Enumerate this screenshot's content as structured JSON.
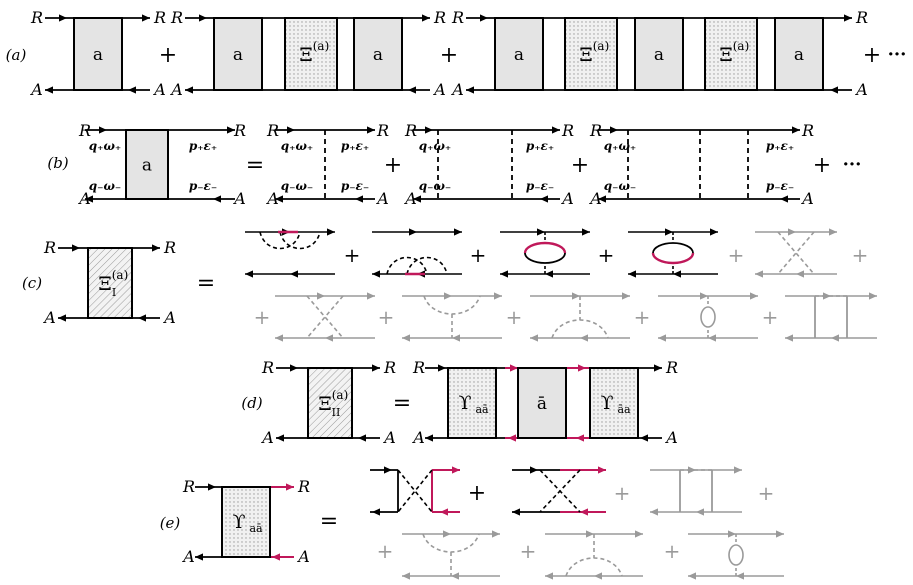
{
  "colors": {
    "black": "#000000",
    "red": "#c0185a",
    "gray": "#9a9a9a",
    "box_fill": "#e4e4e4"
  },
  "labels": {
    "R": "R",
    "A": "A",
    "plus": "+",
    "equals": "=",
    "dots": "···",
    "a": "a",
    "abar": "ā",
    "xi": "Ξ",
    "sup_a": "(a)",
    "sub_I": "I",
    "sub_II": "II",
    "upsilon": "ϒ",
    "sub_aabar": "aā",
    "sub_abara": "āa",
    "q_plus": "q₊ω₊",
    "q_minus": "q₋ω₋",
    "p_plus": "p₊ε₊",
    "p_minus": "p₋ε₋"
  },
  "rows": {
    "a": {
      "tag": "(a)"
    },
    "b": {
      "tag": "(b)"
    },
    "c": {
      "tag": "(c)"
    },
    "d": {
      "tag": "(d)"
    },
    "e": {
      "tag": "(e)"
    }
  }
}
